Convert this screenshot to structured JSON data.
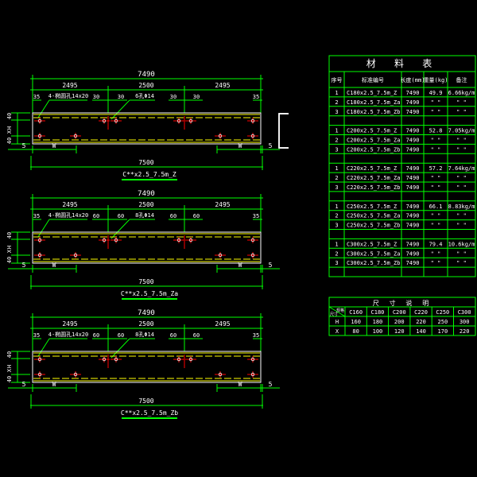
{
  "colors": {
    "background": "#000000",
    "grid": "#00ff00",
    "text": "#ffffff",
    "beam_line": "#ffff00",
    "hole": "#ff0000"
  },
  "views": [
    {
      "total_length": "7490",
      "segments": [
        "2495",
        "2500",
        "2495"
      ],
      "slot_label": "4-椭圆孔14x20",
      "hole_label": "6孔Φ14",
      "small_dims": [
        "35",
        "30",
        "30",
        "30",
        "30",
        "35"
      ],
      "bottom_length": "7500",
      "end_offset": "5",
      "w_label": "W",
      "side_labels": [
        "40",
        "H",
        "X",
        "40"
      ],
      "title": "C**x2.5_7.5m_Z"
    },
    {
      "total_length": "7490",
      "segments": [
        "2495",
        "2500",
        "2495"
      ],
      "slot_label": "4-椭圆孔14x20",
      "hole_label": "8孔Φ14",
      "small_dims": [
        "35",
        "60",
        "60",
        "60",
        "60",
        "35"
      ],
      "bottom_length": "7500",
      "end_offset": "5",
      "w_label": "W",
      "side_labels": [
        "40",
        "H",
        "X",
        "40"
      ],
      "title": "C**x2.5_7.5m_Za"
    },
    {
      "total_length": "7490",
      "segments": [
        "2495",
        "2500",
        "2495"
      ],
      "slot_label": "4-椭圆孔14x20",
      "hole_label": "8孔Φ14",
      "small_dims": [
        "35",
        "60",
        "60",
        "60",
        "60",
        "35"
      ],
      "bottom_length": "7500",
      "end_offset": "5",
      "w_label": "W",
      "side_labels": [
        "40",
        "H",
        "X",
        "40"
      ],
      "title": "C**x2.5_7.5m_Zb"
    }
  ],
  "material_table": {
    "title": "材 料 表",
    "headers": [
      "序号",
      "标准编号",
      "长度(mm)",
      "重量(kg)",
      "备注"
    ],
    "groups": [
      [
        [
          "1",
          "C180x2.5_7.5m_Z",
          "7490",
          "49.9",
          "6.66kg/m"
        ],
        [
          "2",
          "C180x2.5_7.5m_Za",
          "7490",
          "\" \"",
          "\" \""
        ],
        [
          "3",
          "C180x2.5_7.5m_Zb",
          "7490",
          "\" \"",
          "\" \""
        ]
      ],
      [
        [
          "1",
          "C200x2.5_7.5m_Z",
          "7490",
          "52.8",
          "7.05kg/m"
        ],
        [
          "2",
          "C200x2.5_7.5m_Za",
          "7490",
          "\" \"",
          "\" \""
        ],
        [
          "3",
          "C200x2.5_7.5m_Zb",
          "7490",
          "\" \"",
          "\" \""
        ]
      ],
      [
        [
          "1",
          "C220x2.5_7.5m_Z",
          "7490",
          "57.2",
          "7.64kg/m"
        ],
        [
          "2",
          "C220x2.5_7.5m_Za",
          "7490",
          "\" \"",
          "\" \""
        ],
        [
          "3",
          "C220x2.5_7.5m_Zb",
          "7490",
          "\" \"",
          "\" \""
        ]
      ],
      [
        [
          "1",
          "C250x2.5_7.5m_Z",
          "7490",
          "66.1",
          "8.83kg/m"
        ],
        [
          "2",
          "C250x2.5_7.5m_Za",
          "7490",
          "\" \"",
          "\" \""
        ],
        [
          "3",
          "C250x2.5_7.5m_Zb",
          "7490",
          "\" \"",
          "\" \""
        ]
      ],
      [
        [
          "1",
          "C300x2.5_7.5m_Z",
          "7490",
          "79.4",
          "10.6kg/m"
        ],
        [
          "2",
          "C300x2.5_7.5m_Za",
          "7490",
          "\" \"",
          "\" \""
        ],
        [
          "3",
          "C300x2.5_7.5m_Zb",
          "7490",
          "\" \"",
          "\" \""
        ]
      ]
    ]
  },
  "size_table": {
    "title": "尺 寸 说 明",
    "corner_top": "规格",
    "corner_bottom": "尺寸",
    "columns": [
      "C160",
      "C180",
      "C200",
      "C220",
      "C250",
      "C300"
    ],
    "rows": [
      {
        "label": "H",
        "values": [
          "160",
          "180",
          "200",
          "220",
          "250",
          "300"
        ]
      },
      {
        "label": "X",
        "values": [
          "80",
          "100",
          "120",
          "140",
          "170",
          "220"
        ]
      }
    ]
  }
}
